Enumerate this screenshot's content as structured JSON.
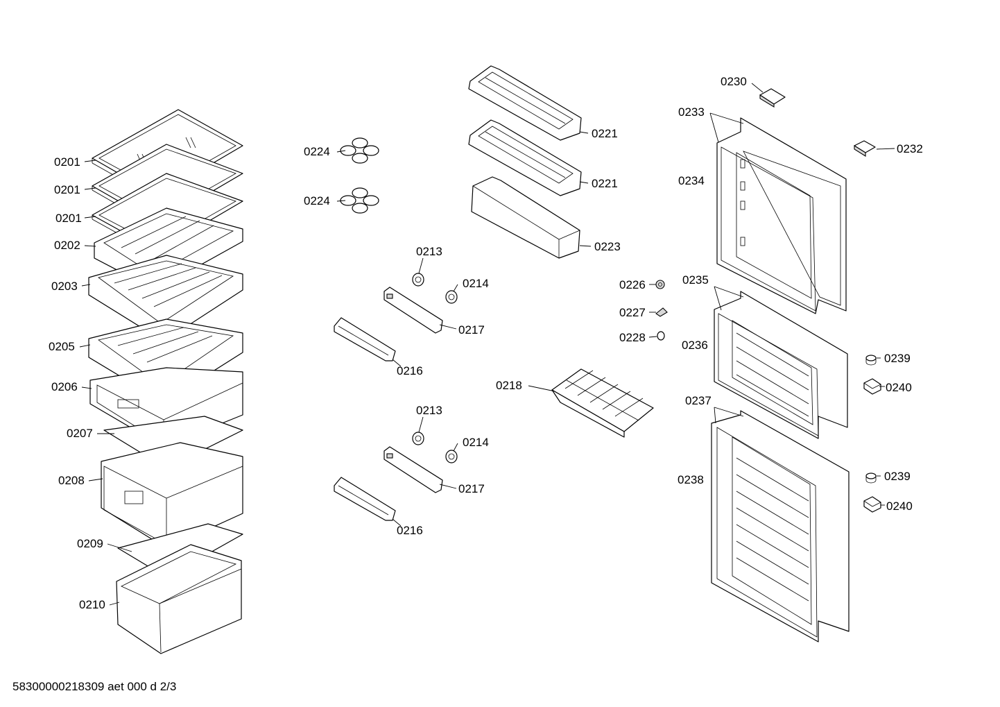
{
  "labels": {
    "shelf_a": "0201",
    "shelf_b": "0201",
    "shelf_c": "0201",
    "p0202": "0202",
    "p0203": "0203",
    "p0205": "0205",
    "p0206": "0206",
    "p0207": "0207",
    "p0208": "0208",
    "p0209": "0209",
    "p0210": "0210",
    "p0224a": "0224",
    "p0224b": "0224",
    "p0221a": "0221",
    "p0221b": "0221",
    "p0223": "0223",
    "p0213a": "0213",
    "p0214a": "0214",
    "p0217a": "0217",
    "p0216a": "0216",
    "p0213b": "0213",
    "p0214b": "0214",
    "p0217b": "0217",
    "p0216b": "0216",
    "p0218": "0218",
    "p0226": "0226",
    "p0227": "0227",
    "p0228": "0228",
    "p0230": "0230",
    "p0232": "0232",
    "p0233": "0233",
    "p0234": "0234",
    "p0235": "0235",
    "p0236": "0236",
    "p0237": "0237",
    "p0238": "0238",
    "p0239a": "0239",
    "p0240a": "0240",
    "p0239b": "0239",
    "p0240b": "0240"
  },
  "footer": "58300000218309 aet 000 d 2/3"
}
